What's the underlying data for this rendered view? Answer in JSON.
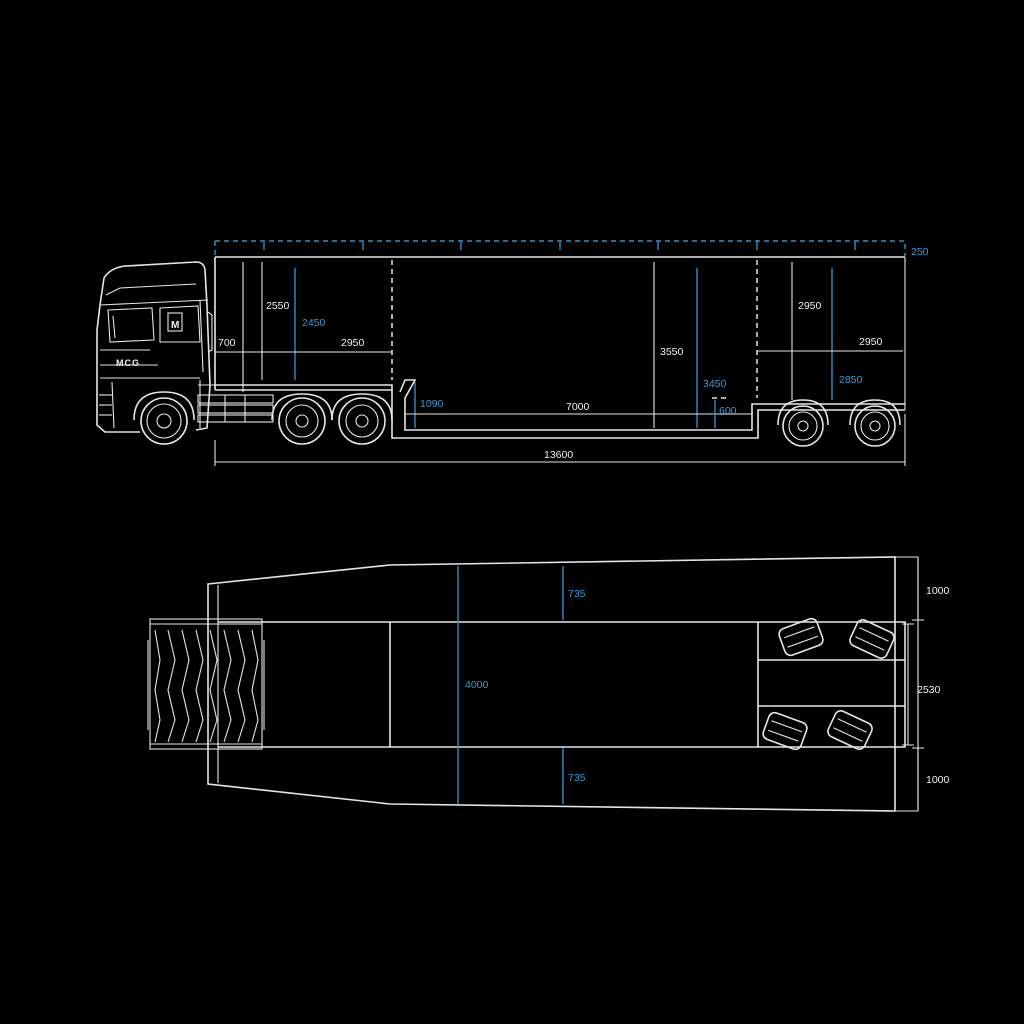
{
  "colors": {
    "background": "#000000",
    "line_white": "#e6e6e6",
    "dimension_blue": "#2e8fc7"
  },
  "logo": {
    "cab_text": "MCG",
    "door_badge": "M"
  },
  "side_view": {
    "dims": {
      "roof_extension": "250",
      "front_clearance": "700",
      "upper_deck_height": "2550",
      "upper_deck_inner_height": "2450",
      "front_deck_length": "2950",
      "main_height": "3550",
      "main_inner_height": "3450",
      "lowbed_height": "1090",
      "well_length": "7000",
      "rear_step": "600",
      "rear_deck_height": "2950",
      "rear_deck_inner_height": "2850",
      "rear_deck_length": "2950",
      "total_length": "13600"
    }
  },
  "top_view": {
    "dims": {
      "inner_width": "4000",
      "side_extension_top": "735",
      "side_extension_bottom": "735",
      "wing_top": "1000",
      "wheel_track": "2530",
      "wing_bottom": "1000"
    }
  }
}
